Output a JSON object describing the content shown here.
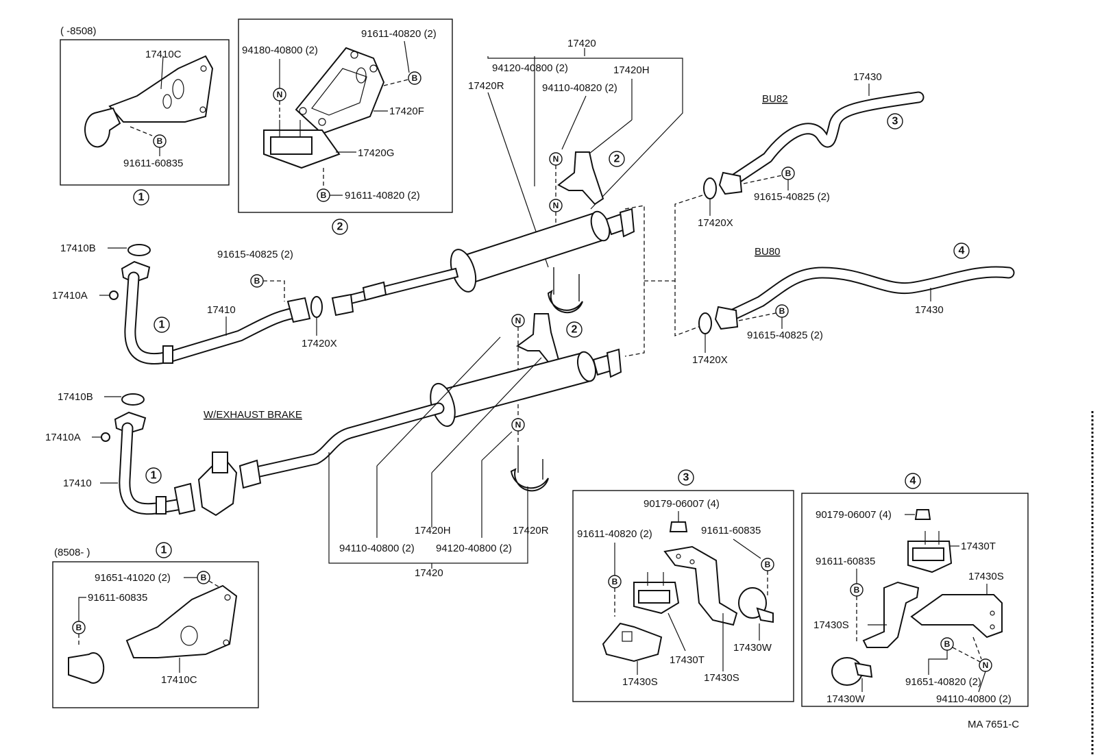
{
  "diagram": {
    "footer_code": "MA 7651-C",
    "variants": {
      "bu82": "BU82",
      "bu80": "BU80",
      "exhaust_brake": "W/EXHAUST BRAKE",
      "before_8508": "(        -8508)",
      "after_8508": "(8508-        )"
    },
    "markers": {
      "b": "B",
      "n": "N",
      "one": "1",
      "two": "2",
      "three": "3",
      "four": "4"
    },
    "labels": {
      "p17410C_a": "17410C",
      "p91611_60835_a": "91611-60835",
      "p94180_40800": "94180-40800 (2)",
      "p91611_40820_a": "91611-40820 (2)",
      "p17420F": "17420F",
      "p17420G": "17420G",
      "p91611_40820_b": "91611-40820 (2)",
      "p17420_top": "17420",
      "p94120_40800_top": "94120-40800 (2)",
      "p17420H_top": "17420H",
      "p17420R_top": "17420R",
      "p94110_40820": "94110-40820 (2)",
      "p17430_top": "17430",
      "p91615_40825_a": "91615-40825 (2)",
      "p17420X_a": "17420X",
      "p17430_bot": "17430",
      "p91615_40825_b": "91615-40825 (2)",
      "p17420X_b": "17420X",
      "p17410B_a": "17410B",
      "p17410A_a": "17410A",
      "p91615_40825_c": "91615-40825 (2)",
      "p17410_a": "17410",
      "p17420X_c": "17420X",
      "p17410B_b": "17410B",
      "p17410A_b": "17410A",
      "p17410_b": "17410",
      "p17420H_bot": "17420H",
      "p94110_40800_mid": "94110-40800 (2)",
      "p94120_40800_mid": "94120-40800 (2)",
      "p17420R_bot": "17420R",
      "p17420_bot": "17420",
      "p91651_41020": "91651-41020 (2)",
      "p91611_60835_b": "91611-60835",
      "p17410C_b": "17410C",
      "p90179_06007_a": "90179-06007 (4)",
      "p91611_40820_c": "91611-40820 (2)",
      "p91611_60835_c": "91611-60835",
      "p17430T_a": "17430T",
      "p17430W_a": "17430W",
      "p17430S_a": "17430S",
      "p17430S_b": "17430S",
      "p90179_06007_b": "90179-06007 (4)",
      "p17430T_b": "17430T",
      "p91611_60835_d": "91611-60835",
      "p17430S_c": "17430S",
      "p17430S_d": "17430S",
      "p91651_40820": "91651-40820 (2)",
      "p94110_40800_r": "94110-40800 (2)",
      "p17430W_b": "17430W"
    }
  }
}
